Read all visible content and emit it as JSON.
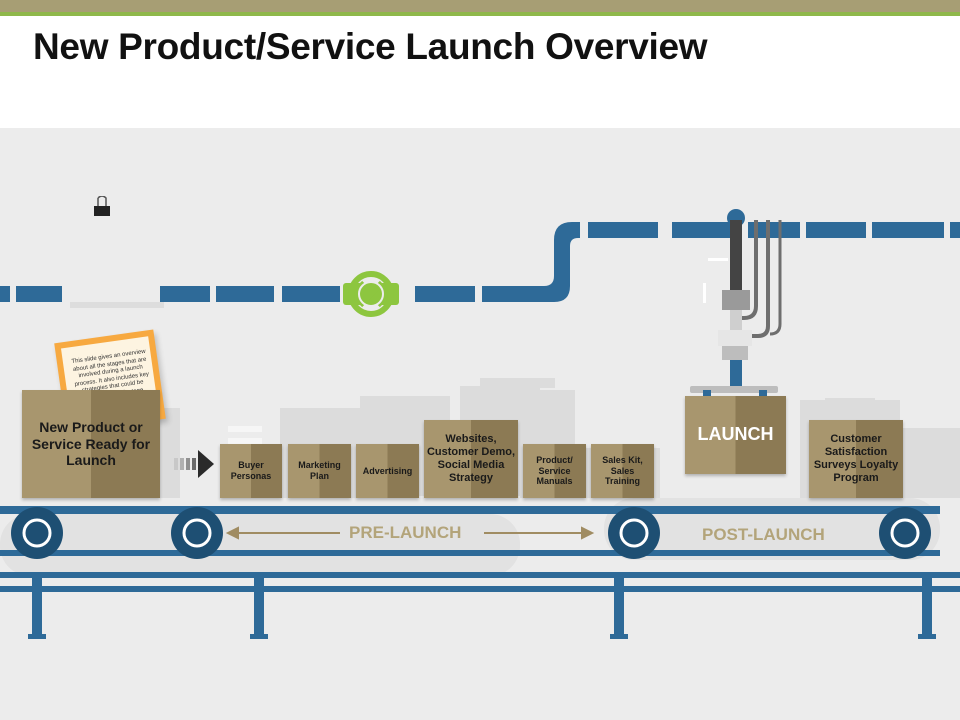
{
  "title": "New Product/Service Launch Overview",
  "note": "This slide gives an overview about all the stages that are involved during a launch process. It also includes key strategies that could be involved in each stage",
  "boxes": {
    "ready": "New Product or Service Ready for Launch",
    "buyer": "Buyer Personas",
    "marketing": "Marketing Plan",
    "advertising": "Advertising",
    "websites": "Websites, Customer Demo, Social Media Strategy",
    "manuals": "Product/ Service Manuals",
    "saleskit": "Sales Kit, Sales Training",
    "launch": "LAUNCH",
    "customer": "Customer Satisfaction Surveys Loyalty Program"
  },
  "stages": {
    "pre": "PRE-LAUNCH",
    "post": "POST-LAUNCH"
  },
  "colors": {
    "pipe": "#2e6a98",
    "valve": "#8dc63f",
    "box_light": "#a8966e",
    "box_dark": "#8c7a54",
    "belt": "#1e4f73",
    "stage_text": "#b3a47a",
    "title_bar": "#a79e74",
    "accent_bar": "#8fb84a"
  },
  "icons": [
    "valve-icon",
    "binder-clip-icon",
    "arrow-right-icon",
    "roller-icon",
    "robotic-arm-icon"
  ]
}
